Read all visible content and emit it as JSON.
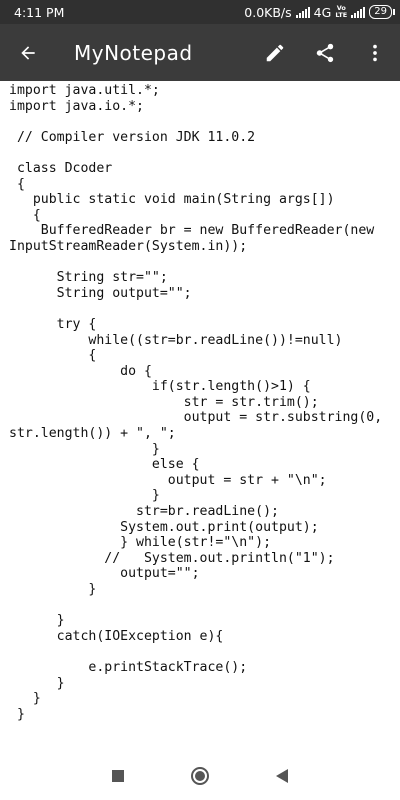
{
  "status_bar": {
    "time": "4:11 PM",
    "network_speed": "0.0KB/s",
    "network_type": "4G",
    "volte_top": "Vo",
    "volte_bottom": "LTE",
    "battery": "29"
  },
  "app_bar": {
    "title": "MyNotepad",
    "icons": {
      "back": "arrow-back-icon",
      "edit": "pencil-icon",
      "share": "share-icon",
      "more": "more-vert-icon"
    }
  },
  "editor": {
    "lines": [
      "import java.util.*;",
      "import java.io.*;",
      "",
      " // Compiler version JDK 11.0.2",
      "",
      " class Dcoder",
      " {",
      "   public static void main(String args[])",
      "   {",
      "    BufferedReader br = new BufferedReader(new",
      "InputStreamReader(System.in));",
      "",
      "      String str=\"\";",
      "      String output=\"\";",
      "",
      "      try {",
      "          while((str=br.readLine())!=null)",
      "          {",
      "              do {",
      "                  if(str.length()>1) {",
      "                      str = str.trim();",
      "                      output = str.substring(0,",
      "str.length()) + \", \";",
      "                  }",
      "                  else {",
      "                    output = str + \"\\n\";",
      "                  }",
      "                str=br.readLine();",
      "              System.out.print(output);",
      "              } while(str!=\"\\n\");",
      "            //   System.out.println(\"1\");",
      "              output=\"\";",
      "          }",
      "",
      "      }",
      "      catch(IOException e){",
      "",
      "          e.printStackTrace();",
      "      }",
      "   }",
      " }"
    ]
  },
  "nav_bar": {
    "icons": {
      "recents": "square-recents-icon",
      "home": "circle-home-icon",
      "back": "triangle-back-icon"
    }
  },
  "colors": {
    "status_bar": "#303030",
    "app_bar": "#3b3b3b",
    "text": "#111111",
    "nav_icons": "#555555"
  }
}
